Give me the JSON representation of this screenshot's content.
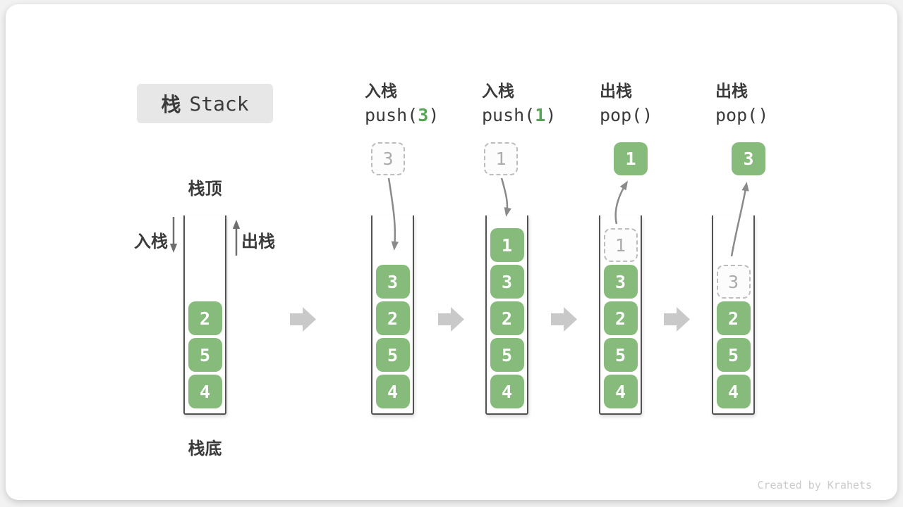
{
  "title": {
    "cn": "栈",
    "en": "Stack"
  },
  "side_labels": {
    "top": "栈顶",
    "bottom": "栈底",
    "push": "入栈",
    "pop": "出栈"
  },
  "operations": [
    {
      "cn": "入栈",
      "code_pre": "push(",
      "code_arg": "3",
      "code_post": ")"
    },
    {
      "cn": "入栈",
      "code_pre": "push(",
      "code_arg": "1",
      "code_post": ")"
    },
    {
      "cn": "出栈",
      "code_pre": "pop(",
      "code_arg": "",
      "code_post": ")"
    },
    {
      "cn": "出栈",
      "code_pre": "pop(",
      "code_arg": "",
      "code_post": ")"
    }
  ],
  "stacks": [
    {
      "name": "initial",
      "cells": [
        {
          "v": "2",
          "ghost": false
        },
        {
          "v": "5",
          "ghost": false
        },
        {
          "v": "4",
          "ghost": false
        }
      ]
    },
    {
      "name": "after-push-3",
      "float": {
        "v": "3",
        "ghost": true
      },
      "cells": [
        {
          "v": "3",
          "ghost": false
        },
        {
          "v": "2",
          "ghost": false
        },
        {
          "v": "5",
          "ghost": false
        },
        {
          "v": "4",
          "ghost": false
        }
      ]
    },
    {
      "name": "after-push-1",
      "float": {
        "v": "1",
        "ghost": true
      },
      "cells": [
        {
          "v": "1",
          "ghost": false
        },
        {
          "v": "3",
          "ghost": false
        },
        {
          "v": "2",
          "ghost": false
        },
        {
          "v": "5",
          "ghost": false
        },
        {
          "v": "4",
          "ghost": false
        }
      ]
    },
    {
      "name": "after-pop-1",
      "float": {
        "v": "1",
        "ghost": false
      },
      "cells": [
        {
          "v": "1",
          "ghost": true
        },
        {
          "v": "3",
          "ghost": false
        },
        {
          "v": "2",
          "ghost": false
        },
        {
          "v": "5",
          "ghost": false
        },
        {
          "v": "4",
          "ghost": false
        }
      ]
    },
    {
      "name": "after-pop-3",
      "float": {
        "v": "3",
        "ghost": false
      },
      "cells": [
        {
          "v": "3",
          "ghost": true
        },
        {
          "v": "2",
          "ghost": false
        },
        {
          "v": "5",
          "ghost": false
        },
        {
          "v": "4",
          "ghost": false
        }
      ]
    }
  ],
  "credit": "Created by Krahets",
  "colors": {
    "block_green": "#87bb7c",
    "code_arg_green": "#55a455",
    "arrow_gray": "#8a8a8a",
    "step_arrow_gray": "#c9c9c9",
    "ghost_border": "#bdbdbd",
    "title_bg": "#e7e7e7"
  }
}
